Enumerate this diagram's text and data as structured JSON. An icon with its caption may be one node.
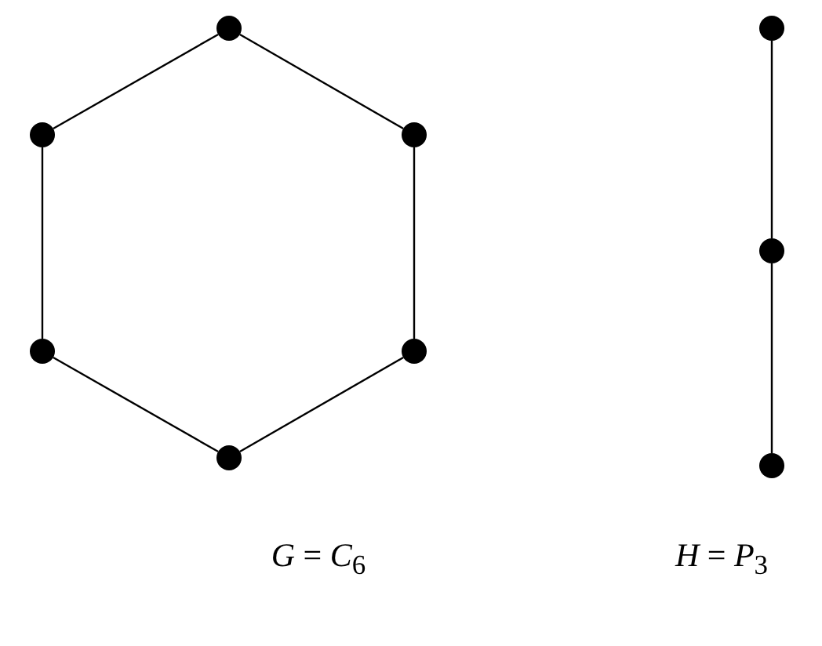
{
  "diagram": {
    "nodes": [
      {
        "text": [],
        "shape": "circle"
      },
      {
        "text": [],
        "shape": "circle"
      },
      {
        "text": [],
        "shape": "circle"
      },
      {
        "text": [],
        "shape": "circle"
      },
      {
        "text": [],
        "shape": "circle"
      },
      {
        "text": [],
        "shape": "circle"
      },
      {
        "text": [],
        "shape": "circle"
      },
      {
        "text": [],
        "shape": "circle"
      },
      {
        "text": [],
        "shape": "circle"
      }
    ],
    "edges": [
      {
        "from": 0,
        "to": 1,
        "arrow": "none"
      },
      {
        "from": 0,
        "to": 2,
        "arrow": "none"
      },
      {
        "from": 1,
        "to": 3,
        "arrow": "none"
      },
      {
        "from": 2,
        "to": 4,
        "arrow": "none"
      },
      {
        "from": 3,
        "to": 5,
        "arrow": "none"
      },
      {
        "from": 4,
        "to": 5,
        "arrow": "none"
      },
      {
        "from": 6,
        "to": 7,
        "arrow": "none"
      },
      {
        "from": 7,
        "to": 8,
        "arrow": "none"
      }
    ],
    "labels": [
      "*G* = *C*$_{6}$",
      "*H* = *P*$_{3}$"
    ]
  }
}
